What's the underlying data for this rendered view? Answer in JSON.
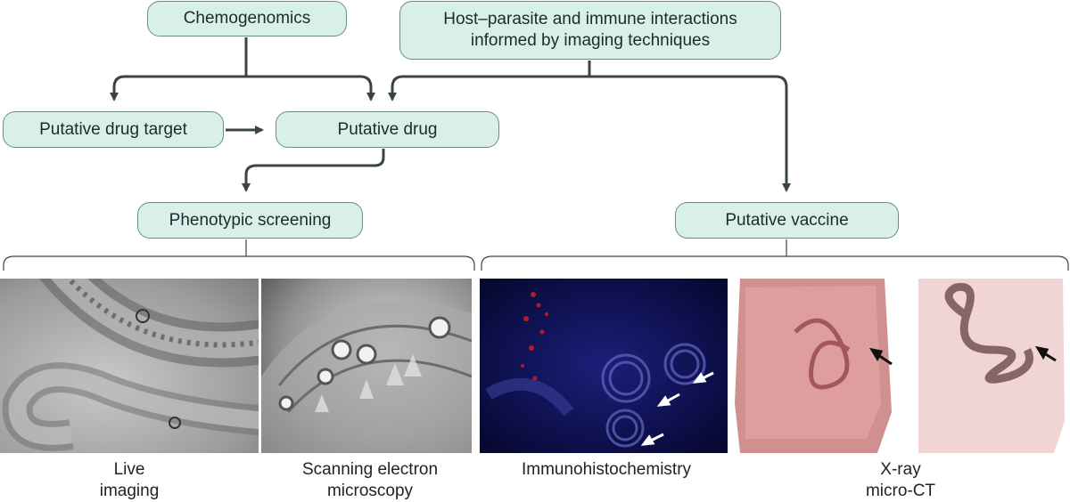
{
  "nodes": {
    "chemogenomics": "Chemogenomics",
    "host_parasite_line1": "Host–parasite and immune interactions",
    "host_parasite_line2": "informed by imaging techniques",
    "putative_drug_target": "Putative drug target",
    "putative_drug": "Putative drug",
    "phenotypic_screening": "Phenotypic screening",
    "putative_vaccine": "Putative vaccine"
  },
  "captions": {
    "live_line1": "Live",
    "live_line2": "imaging",
    "sem_line1": "Scanning electron",
    "sem_line2": "microscopy",
    "ihc": "Immunohistochemistry",
    "ct_line1": "X-ray",
    "ct_line2": "micro-CT"
  },
  "colors": {
    "node_fill": "#d9f0ea",
    "node_border": "#6d8a84",
    "arrow": "#3a4446"
  }
}
